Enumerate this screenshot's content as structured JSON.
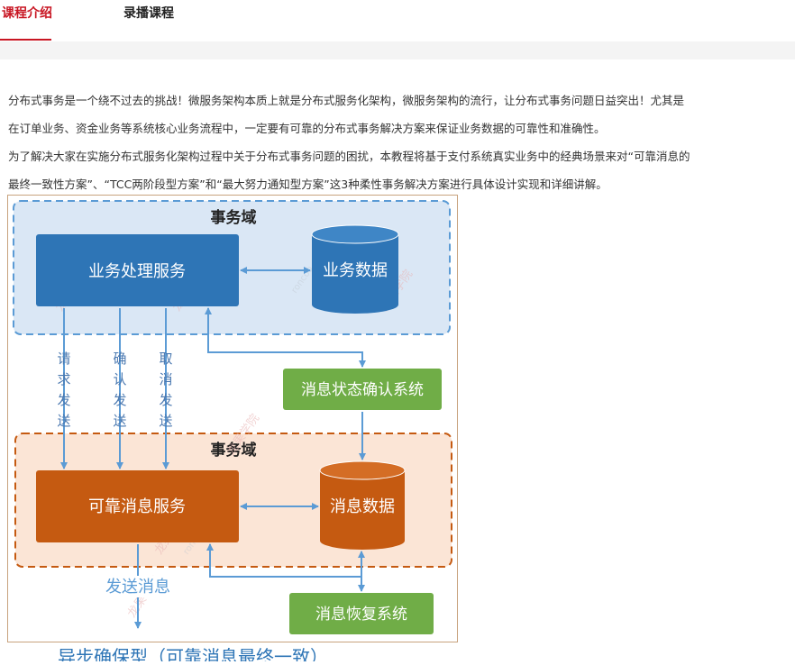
{
  "tabs": [
    {
      "label": "课程介绍",
      "active": true
    },
    {
      "label": "录播课程",
      "active": false
    }
  ],
  "description": [
    "分布式事务是一个绕不过去的挑战！微服务架构本质上就是分布式服务化架构，微服务架构的流行，让分布式事务问题日益突出！尤其是",
    "在订单业务、资金业务等系统核心业务流程中，一定要有可靠的分布式事务解决方案来保证业务数据的可靠性和准确性。",
    "为了解决大家在实施分布式服务化架构过程中关于分布式事务问题的困扰，本教程将基于支付系统真实业务中的经典场景来对“可靠消息的",
    "最终一致性方案”、“TCC两阶段型方案”和“最大努力通知型方案”这3种柔性事务解决方案进行具体设计实现和详细讲解。"
  ],
  "diagram": {
    "top_domain": "事务域",
    "bottom_domain": "事务域",
    "business_service": "业务处理服务",
    "business_data": "业务数据",
    "reliable_service": "可靠消息服务",
    "message_data": "消息数据",
    "confirm_system": "消息状态确认系统",
    "recovery_system": "消息恢复系统",
    "send_request": "请求发送",
    "send_confirm": "确认发送",
    "send_cancel": "取消发送",
    "send_message": "发送消息",
    "caption": "异步确保型（可靠消息最终一致）",
    "watermark": "龙果学院",
    "watermark_url": "roncoo.com",
    "colors": {
      "blue_box": "#2e75b6",
      "blue_domain": "#dae7f5",
      "orange_box": "#c55a11",
      "orange_domain": "#fbe5d6",
      "green_box": "#70ad47",
      "arrow": "#5b9bd5"
    }
  }
}
